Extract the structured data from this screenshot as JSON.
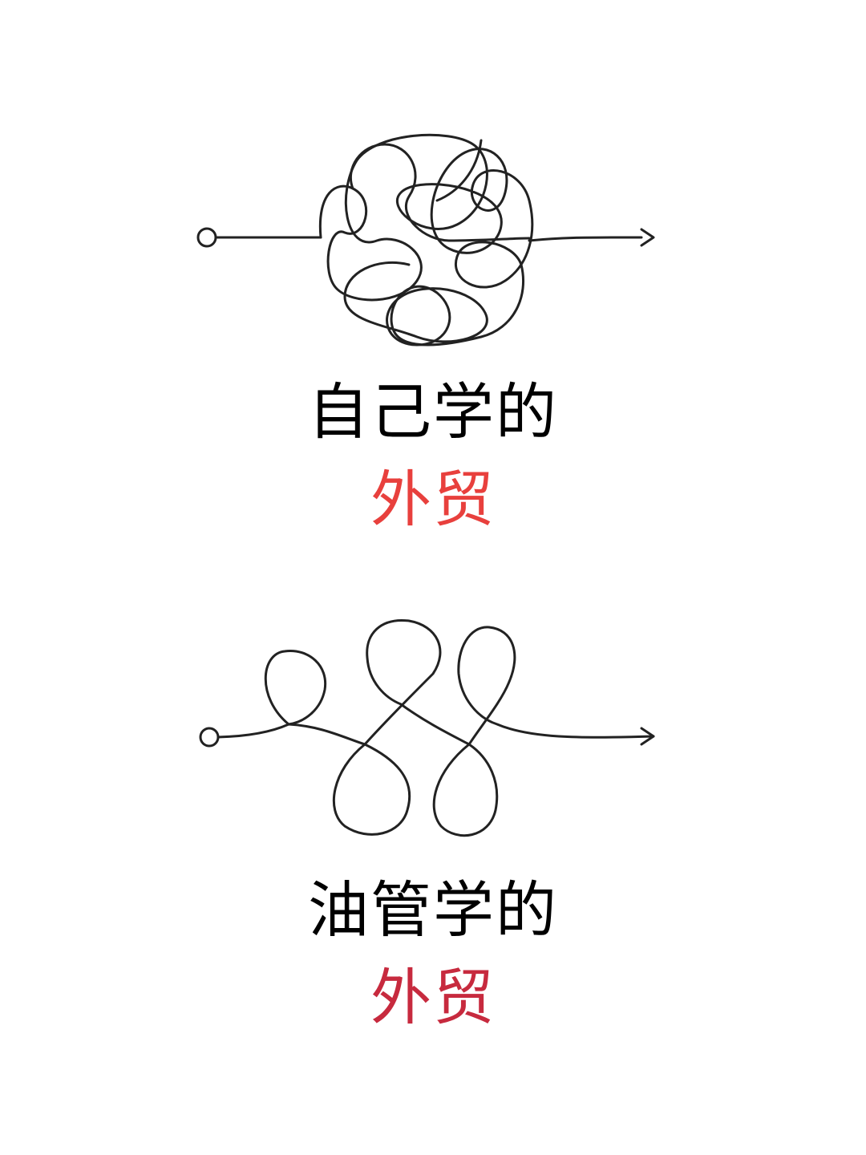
{
  "colors": {
    "background": "#ffffff",
    "text": "#000000",
    "accent_top": "#e8403d",
    "accent_bottom": "#c72a3e",
    "line": "#222222"
  },
  "top": {
    "illustration": "tangled-path-icon",
    "line1": "自己学的",
    "line2": "外贸"
  },
  "bottom": {
    "illustration": "looping-path-icon",
    "line1": "油管学的",
    "line2": "外贸"
  }
}
